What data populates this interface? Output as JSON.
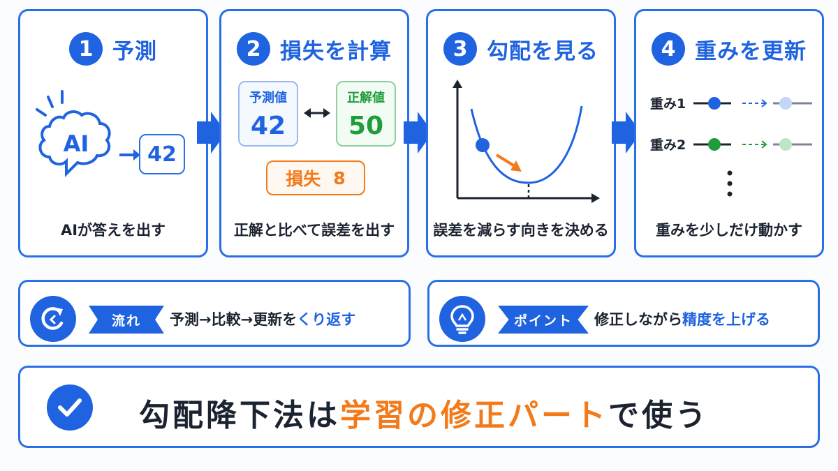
{
  "steps": [
    {
      "number": "1",
      "title": "予測",
      "caption": "AIが答えを出す"
    },
    {
      "number": "2",
      "title": "損失を計算",
      "caption": "正解と比べて誤差を出す"
    },
    {
      "number": "3",
      "title": "勾配を見る",
      "caption": "誤差を減らす向きを決める"
    },
    {
      "number": "4",
      "title": "重みを更新",
      "caption": "重みを少しだけ動かす"
    }
  ],
  "step1": {
    "ai_label": "AI",
    "output_value": "42"
  },
  "step2": {
    "predicted_label": "予測値",
    "predicted_value": "42",
    "correct_label": "正解値",
    "correct_value": "50",
    "loss_label": "損失",
    "loss_value": "8"
  },
  "step4": {
    "weight1_label": "重み1",
    "weight2_label": "重み2"
  },
  "flow_strip": {
    "tag": "流れ",
    "text_plain": "予測→比較→更新を",
    "text_highlight": "くり返す"
  },
  "point_strip": {
    "tag": "ポイント",
    "text_plain": "修正しながら",
    "text_highlight": "精度を上げる"
  },
  "conclusion": {
    "text_start": "勾配降下法は",
    "text_highlight": "学習の修正パート",
    "text_end": "で使う"
  },
  "colors": {
    "blue": "#1f63e0",
    "green": "#1f9d3a",
    "orange": "#f27a1a"
  },
  "icons": [
    "brain-icon",
    "arrow-right-icon",
    "double-arrow-icon",
    "cycle-icon",
    "lightbulb-icon",
    "check-icon"
  ]
}
